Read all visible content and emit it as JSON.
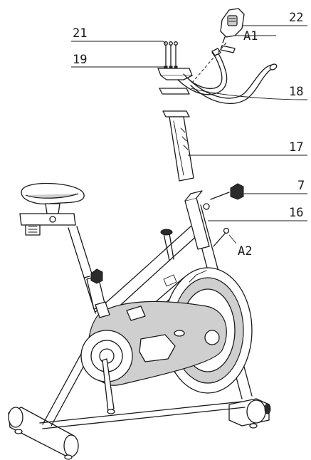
{
  "callouts": {
    "c21": "21",
    "c19": "19",
    "c22": "22",
    "a1": "A1",
    "c18": "18",
    "c17": "17",
    "c7": "7",
    "c16": "16",
    "a2": "A2"
  },
  "colors": {
    "line": "#1a1a1a",
    "panel_fill": "#cfcfcf",
    "background": "#ffffff"
  }
}
